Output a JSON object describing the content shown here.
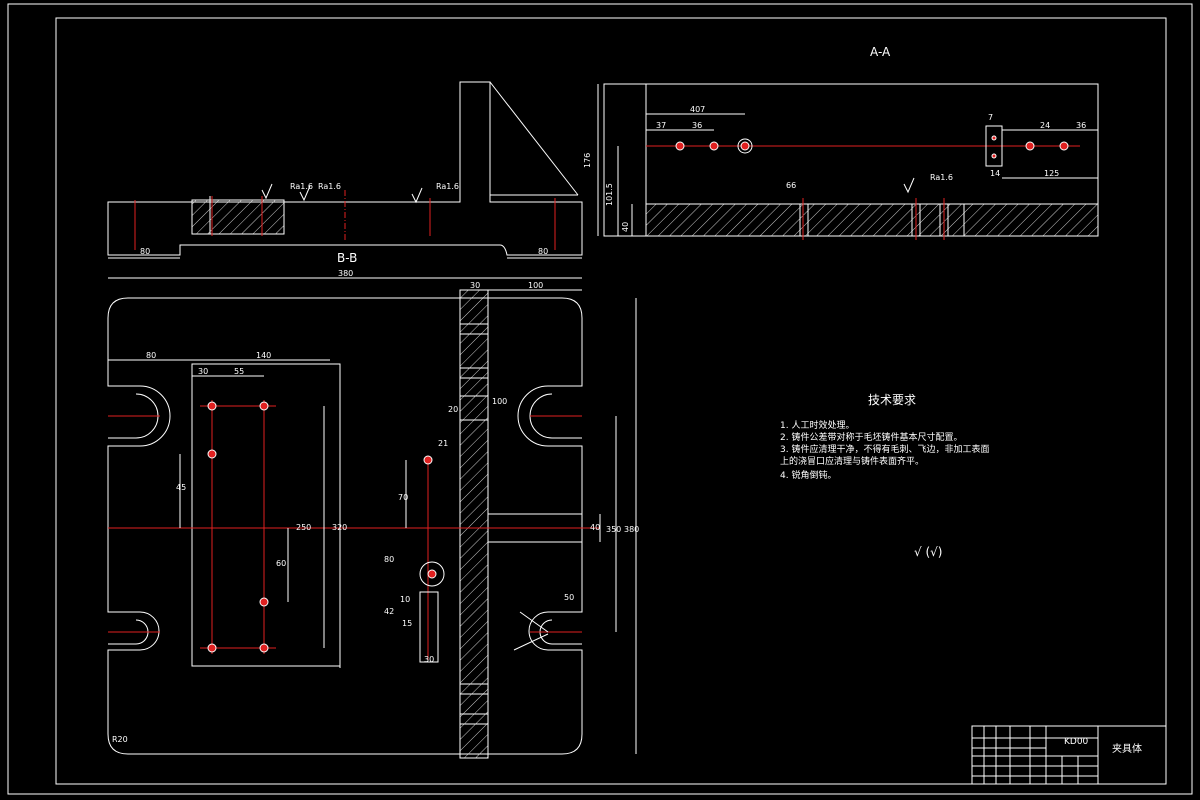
{
  "views": {
    "section_aa": "A-A",
    "section_bb": "B-B"
  },
  "tech": {
    "title": "技术要求",
    "lines": [
      "1. 人工时效处理。",
      "2. 铸件公差带对称于毛坯铸件基本尺寸配置。",
      "3. 铸件应清理干净，不得有毛刺、飞边，非加工表面",
      "上的浇冒口应清理与铸件表面齐平。",
      "4. 锐角倒钝。"
    ],
    "roughness": "√ (√)"
  },
  "title_block": {
    "code": "KD00",
    "name": "夹具体"
  },
  "dims": {
    "top_total": "380",
    "top_30": "30",
    "top_100": "100",
    "left_80": "80",
    "left_140": "140",
    "d_30": "30",
    "d_55": "55",
    "h_320": "320",
    "h_250": "250",
    "h_350": "350",
    "h_380": "380",
    "d_21": "21",
    "d_70": "70",
    "d_80": "80",
    "d_10": "10",
    "d_30b": "30",
    "d_15": "15",
    "d_42": "42",
    "d_50": "50",
    "d_40": "40",
    "d_100": "100",
    "d_20": "20",
    "d_45": "45",
    "d_60": "60",
    "d_R20": "R20",
    "b_80a": "80",
    "b_80b": "80",
    "a_407": "407",
    "a_37": "37",
    "a_36": "36",
    "a_24": "24",
    "a_36b": "36",
    "a_125": "125",
    "a_14": "14",
    "a_176": "176",
    "a_101": "101.5",
    "a_40": "40",
    "a_66": "66",
    "a_7": "7",
    "ra": "Ra1.6"
  }
}
